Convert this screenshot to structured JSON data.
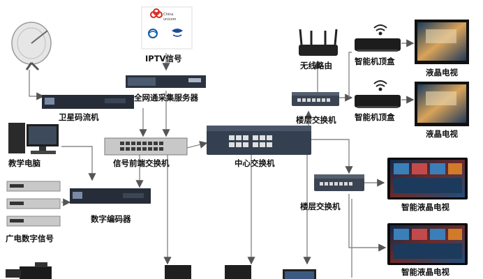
{
  "colors": {
    "line": "#8a8a8a",
    "device_dark": "#2b3340",
    "device_gray": "#c8c8c8",
    "tv_screen": "#3b7fb8",
    "unicom_red": "#d9261c",
    "mobile_blue": "#0b5aa6",
    "telecom_blue": "#1d4c9c"
  },
  "logos": {
    "unicom": "China unicom中国联通",
    "mobile": "中国移动通信",
    "telecom": "中国电信"
  },
  "labels": {
    "iptv_source": "IPTV信号",
    "fullnet_server": "全网通采集服务器",
    "satellite_stream": "卫星码流机",
    "teaching_pc": "教学电脑",
    "front_switch": "信号前端交换机",
    "digital_encoder": "数字编码器",
    "cable_tv_signal": "广电数字信号",
    "center_switch": "中心交换机",
    "wireless_router": "无线路由",
    "floor_switch_top": "楼层交换机",
    "floor_switch_mid": "楼层交换机",
    "stb_1": "智能机顶盒",
    "stb_2": "智能机顶盒",
    "lcd_tv_1": "液晶电视",
    "lcd_tv_2": "液晶电视",
    "smart_lcd_1": "智能液晶电视",
    "smart_lcd_2": "智能液晶电视"
  },
  "icons": {
    "satellite": "satellite-dish-icon",
    "desktop": "desktop-computer-icon",
    "dvd_stack": "set-top-receiver-icon",
    "camera": "video-camera-icon",
    "wifi": "wifi-icon",
    "router": "wireless-router-icon",
    "server": "server-tower-icon",
    "laptop": "laptop-icon"
  }
}
